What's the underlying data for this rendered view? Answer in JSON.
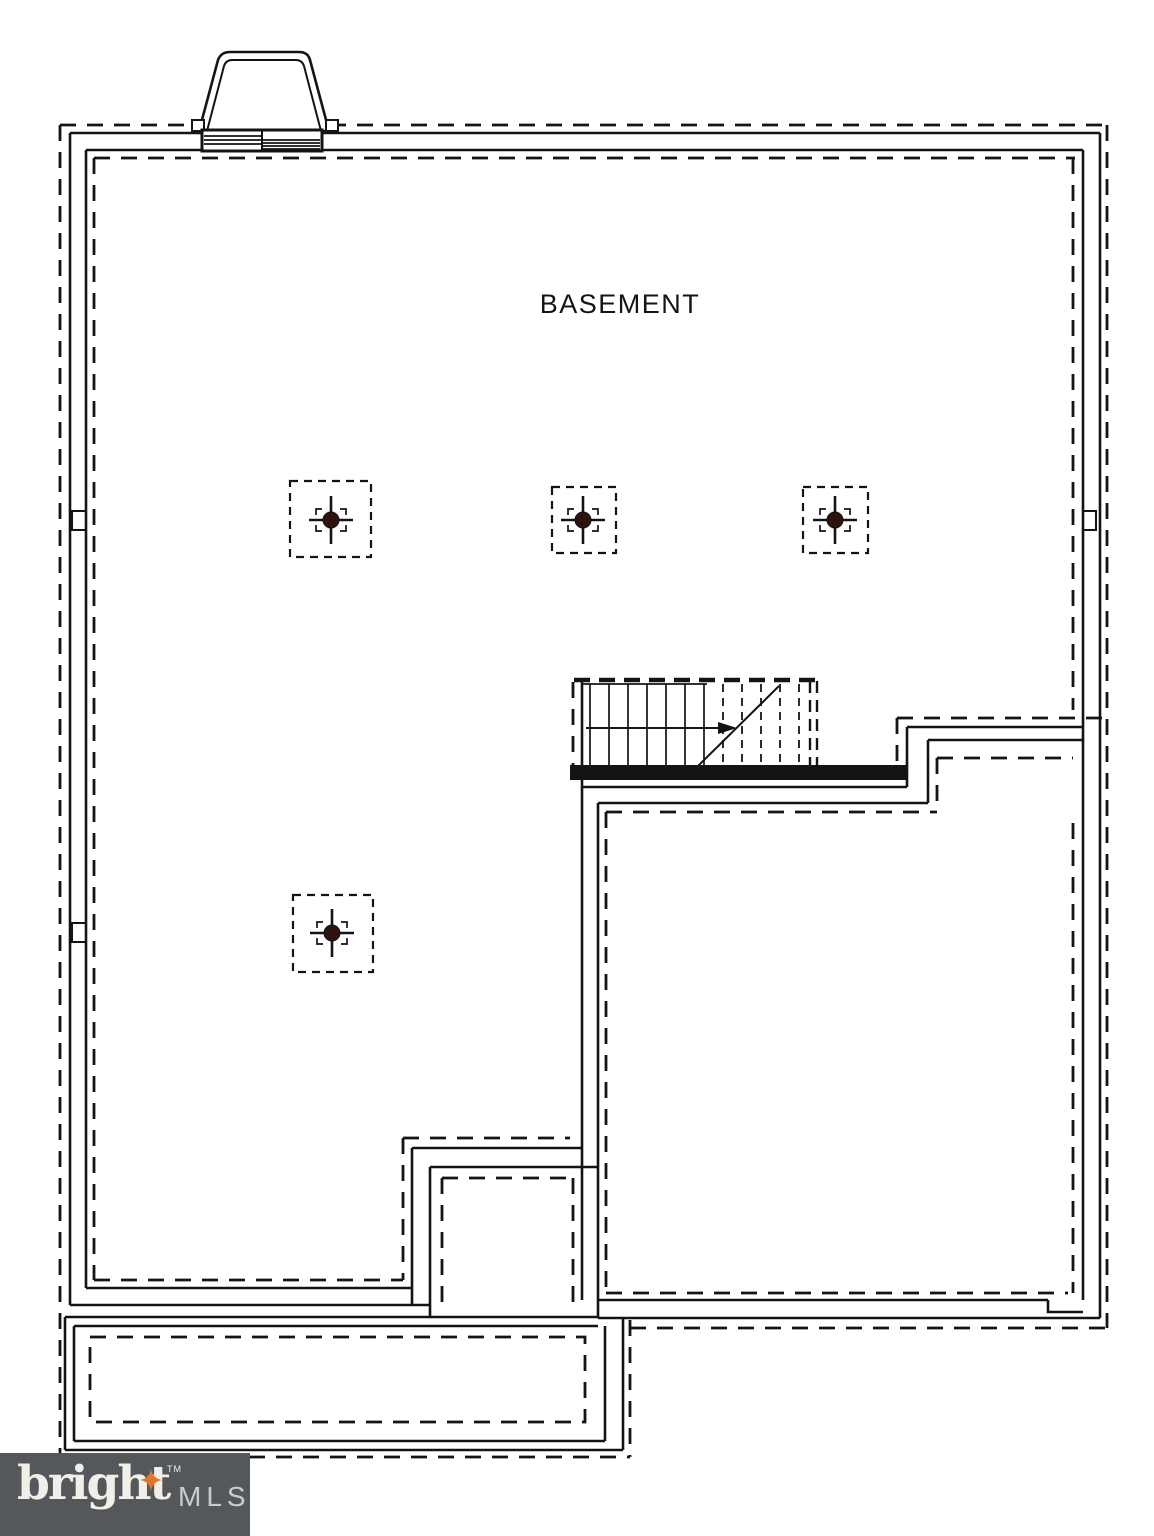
{
  "theme": {
    "background": "#ffffff",
    "ink": "#141414",
    "column_dot": "#2e120d",
    "logo_bg": "#54585a",
    "logo_word_color": "#f2efe8",
    "logo_mls_color": "#c9ccce",
    "logo_star_color": "#e0762f"
  },
  "plan": {
    "room_label": "BASEMENT",
    "columns_count": 4,
    "features": [
      "egress-window-well",
      "staircase",
      "column-footings",
      "porch-foundation"
    ]
  },
  "logo": {
    "word": "bright",
    "tm": "TM",
    "suffix": "MLS"
  }
}
